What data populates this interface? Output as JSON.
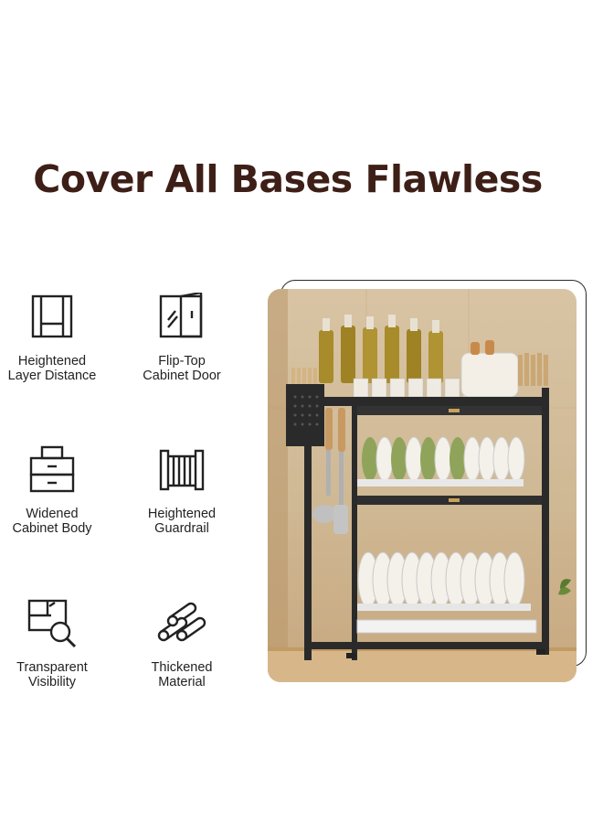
{
  "headline": "Cover All Bases Flawless",
  "features": [
    {
      "label": "Heightened\nLayer Distance",
      "icon": "layer-distance-icon"
    },
    {
      "label": "Flip-Top\nCabinet Door",
      "icon": "flip-door-icon"
    },
    {
      "label": "Widened\nCabinet Body",
      "icon": "cabinet-drawers-icon"
    },
    {
      "label": "Heightened\nGuardrail",
      "icon": "guardrail-icon"
    },
    {
      "label": "Transparent\nVisibility",
      "icon": "magnifier-window-icon"
    },
    {
      "label": "Thickened\nMaterial",
      "icon": "stacked-tubes-icon"
    }
  ],
  "colors": {
    "headline": "#3d1f17",
    "rack": "#2a2a2a",
    "wall": "#d6c09e"
  }
}
